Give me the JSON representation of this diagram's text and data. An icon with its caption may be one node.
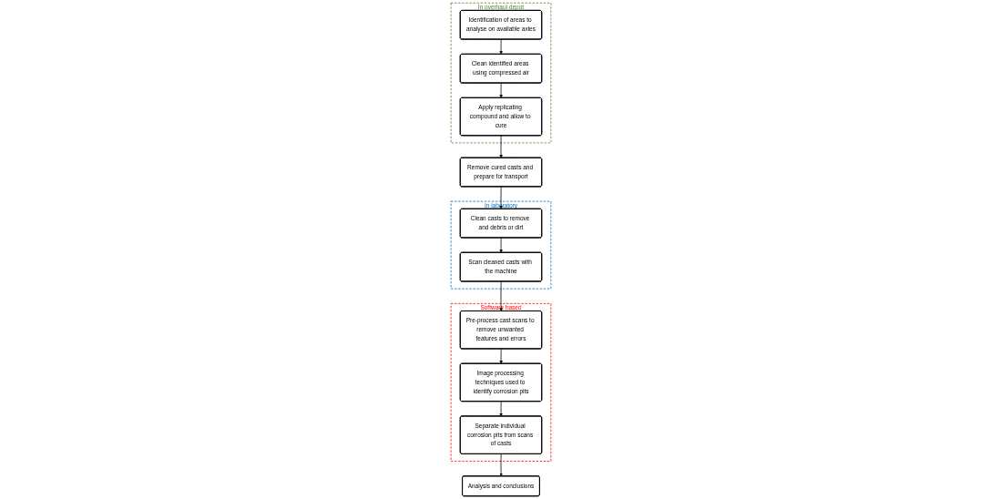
{
  "diagram": {
    "nodes": [
      {
        "text": [
          "In overhaul depot"
        ]
      },
      {
        "text": [
          "Identification of areas to analyse on available axles"
        ],
        "in": 0
      },
      {
        "text": [
          "Clean identified areas using compressed air"
        ],
        "in": 0
      },
      {
        "text": [
          "Apply replicating compound and allow to cure"
        ],
        "in": 0
      },
      {
        "text": [
          "Remove cured casts and prepare for transport"
        ]
      },
      {
        "text": [
          "In laboratory"
        ]
      },
      {
        "text": [
          "Clean casts to remove and debris or dirt"
        ],
        "in": 5
      },
      {
        "text": [
          "Scan cleaned casts with the machine"
        ],
        "in": 5
      },
      {
        "text": [
          "Software based"
        ]
      },
      {
        "text": [
          "Pre-process cast scans to remove unwanted features and errors"
        ],
        "in": 8
      },
      {
        "text": [
          "Image processing techniques used to identify corrosion pits"
        ],
        "in": 8
      },
      {
        "text": [
          "Separate individual corrosion pits from scans of casts"
        ],
        "in": 8
      },
      {
        "text": [
          "Analysis and conclusions"
        ]
      }
    ],
    "edges": [
      {
        "from": 1,
        "to": 2,
        "arrow": "to"
      },
      {
        "from": 2,
        "to": 3,
        "arrow": "to"
      },
      {
        "from": 3,
        "to": 4,
        "arrow": "to"
      },
      {
        "from": 4,
        "to": 6,
        "arrow": "to"
      },
      {
        "from": 6,
        "to": 7,
        "arrow": "to"
      },
      {
        "from": 7,
        "to": 9,
        "arrow": "to"
      },
      {
        "from": 9,
        "to": 10,
        "arrow": "to"
      },
      {
        "from": 10,
        "to": 11,
        "arrow": "to"
      },
      {
        "from": 11,
        "to": 12,
        "arrow": "to"
      }
    ]
  }
}
